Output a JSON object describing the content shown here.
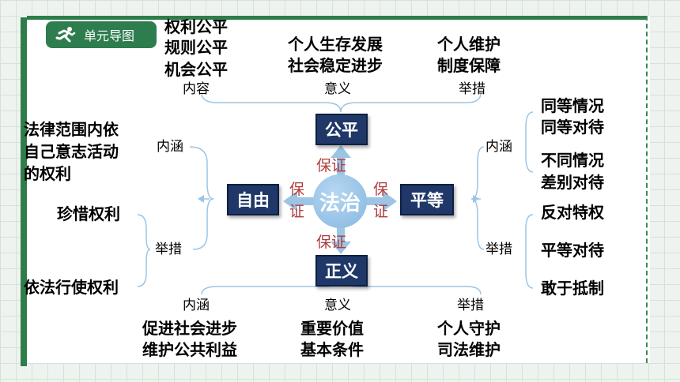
{
  "header": {
    "title": "单元导图",
    "icon": "runner-icon"
  },
  "center": "法治",
  "guarantee": "保证",
  "nodes": {
    "gongping": "公平",
    "ziyou": "自由",
    "pingdeng": "平等",
    "zhengyi": "正义"
  },
  "top": {
    "neirong": {
      "label": "内容",
      "items": [
        "权利公平",
        "规则公平",
        "机会公平"
      ]
    },
    "yiyi": {
      "label": "意义",
      "items": [
        "个人生存发展",
        "社会稳定进步"
      ]
    },
    "jucuo": {
      "label": "举措",
      "items": [
        "个人维护",
        "制度保障"
      ]
    }
  },
  "left": {
    "neihan": {
      "label": "内涵",
      "items": [
        "法律范围内依",
        "自己意志活动",
        "的权利"
      ]
    },
    "jucuo": {
      "label": "举措",
      "items": [
        "珍惜权利",
        "依法行使权利"
      ]
    }
  },
  "right": {
    "neihan": {
      "label": "内涵",
      "items": [
        "同等情况",
        "同等对待",
        "不同情况",
        "差别对待"
      ]
    },
    "jucuo": {
      "label": "举措",
      "items": [
        "反对特权",
        "平等对待",
        "敢于抵制"
      ]
    }
  },
  "bottom": {
    "neihan": {
      "label": "内涵",
      "items": [
        "促进社会进步",
        "维护公共利益"
      ]
    },
    "yiyi": {
      "label": "意义",
      "items": [
        "重要价值",
        "基本条件"
      ]
    },
    "jucuo": {
      "label": "举措",
      "items": [
        "个人守护",
        "司法维护"
      ]
    }
  },
  "colors": {
    "green": "#2f7d4a",
    "navy": "#1f3868",
    "arrow": "#9cc4e4",
    "guarantee": "#b03c3c"
  }
}
